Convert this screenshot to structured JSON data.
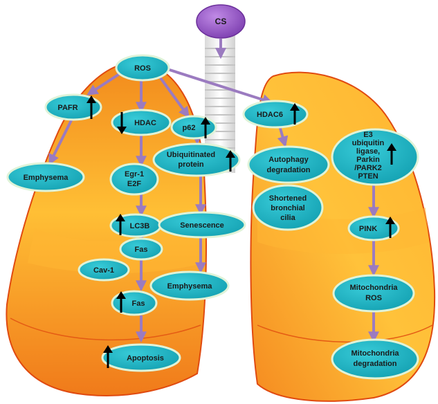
{
  "colors": {
    "node_fill": "#1fb5c4",
    "node_stroke": "#dff3d8",
    "arrow": "#9b7bc0",
    "lung_dark": "#f07a1a",
    "lung_light": "#ffc23a",
    "cs_fill": "#9b62c9",
    "up_down_arrow": "#000000"
  },
  "nodes": {
    "cs": "CS",
    "ros": "ROS",
    "pafr": "PAFR",
    "hdac": "HDAC",
    "p62": "p62",
    "hdac6": "HDAC6",
    "emphysema_left": "Emphysema",
    "ubiquitinated": [
      "Ubiquitinated",
      "protein"
    ],
    "egr1": [
      "Egr-1",
      "E2F"
    ],
    "autophagy": [
      "Autophagy",
      "degradation"
    ],
    "e3": [
      "E3",
      "ubiquitin",
      "ligase,",
      "Parkin",
      "/PARK2",
      "PTEN"
    ],
    "shortened": [
      "Shortened",
      "bronchial",
      "cilia"
    ],
    "lc3b": "LC3B",
    "senescence": "Senescence",
    "pink": "PINK",
    "fas_top": "Fas",
    "cav1": "Cav-1",
    "emphysema_mid": "Emphysema",
    "mito_ros": [
      "Mitochondria",
      "ROS"
    ],
    "fas_bottom": "Fas",
    "apoptosis": "Apoptosis",
    "mito_deg": [
      "Mitochondria",
      "degradation"
    ]
  }
}
